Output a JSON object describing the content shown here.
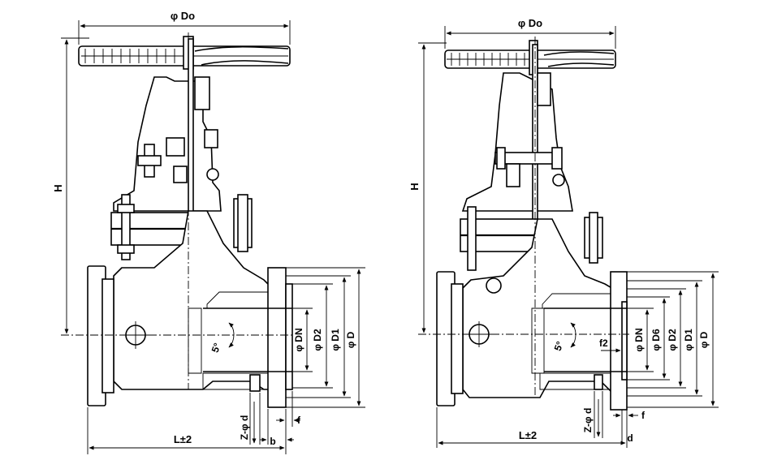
{
  "drawings": [
    {
      "id": "left",
      "labels": {
        "handwheel_dia": "φ Do",
        "height": "H",
        "bore": "φ DN",
        "raised_face": "φ D2",
        "bolt_circle": "φ D1",
        "flange_od": "φ D",
        "length": "L±2",
        "bolt_holes": "Z-φ d",
        "flange_thk": "b",
        "face_height": "f",
        "angle": "5°"
      }
    },
    {
      "id": "right",
      "labels": {
        "handwheel_dia": "φ Do",
        "height": "H",
        "bore": "φ DN",
        "recess": "φ D6",
        "raised_face": "φ D2",
        "bolt_circle": "φ D1",
        "flange_od": "φ D",
        "length": "L±2",
        "bolt_holes": "Z-φ d",
        "flange_thk": "d",
        "face_height": "f",
        "recess_depth": "f2",
        "angle": "5°"
      }
    }
  ]
}
